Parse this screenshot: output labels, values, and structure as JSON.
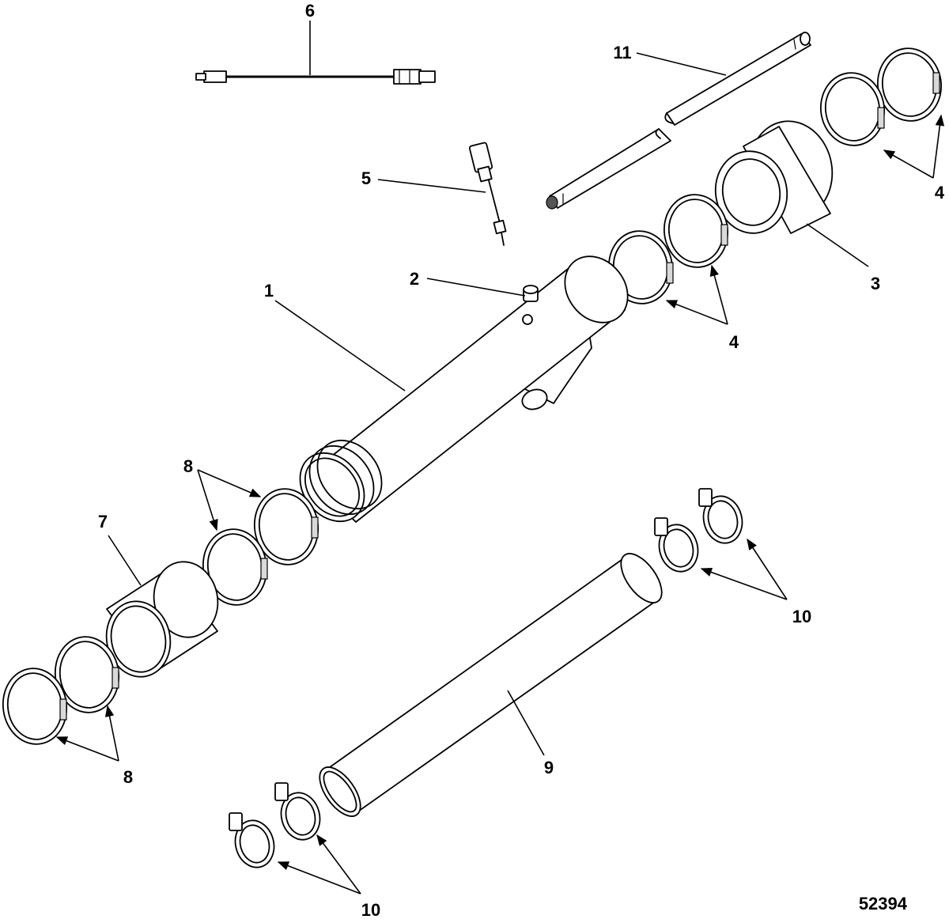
{
  "diagram": {
    "drawing_number": "52394",
    "callouts": {
      "part_1": "1",
      "part_2": "2",
      "part_3": "3",
      "part_4_upper": "4",
      "part_4_lower": "4",
      "part_5": "5",
      "part_6": "6",
      "part_7": "7",
      "part_8_upper": "8",
      "part_8_lower": "8",
      "part_9": "9",
      "part_10_right": "10",
      "part_10_bottom": "10",
      "part_11": "11"
    }
  }
}
